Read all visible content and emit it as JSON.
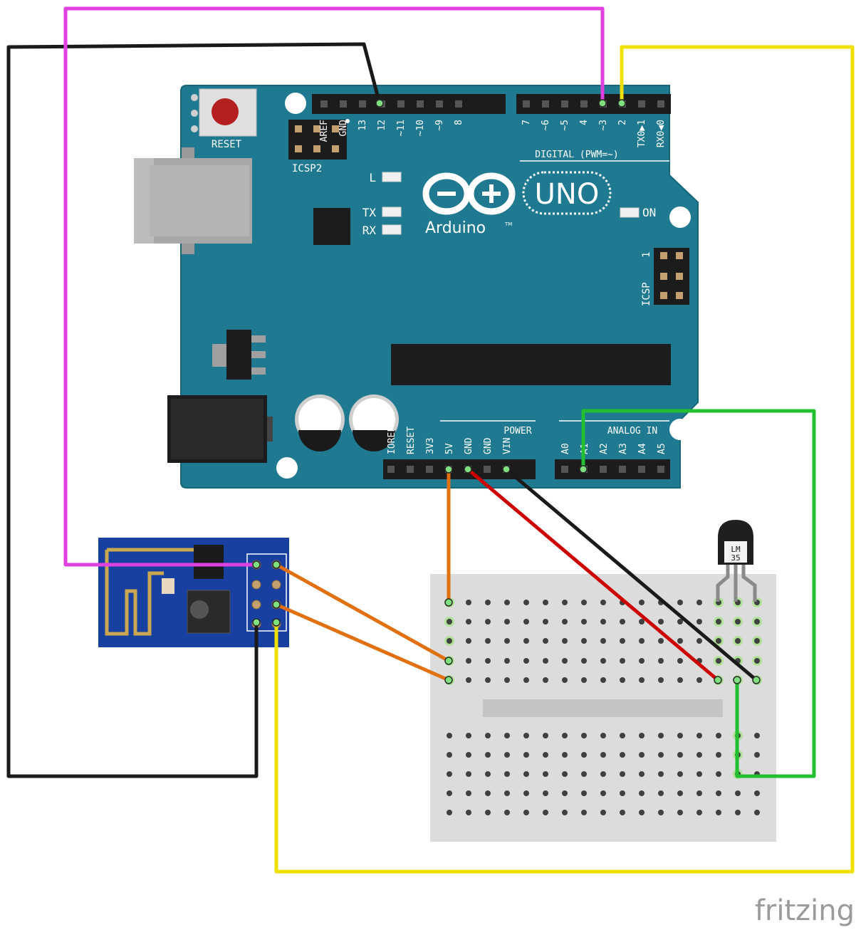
{
  "arduino": {
    "reset_label": "RESET",
    "icsp2_label": "ICSP2",
    "icsp_label": "ICSP",
    "icsp_pin1": "1",
    "led_l": "L",
    "led_tx": "TX",
    "led_rx": "RX",
    "led_on": "ON",
    "logo_text": "Arduino",
    "logo_tm": "TM",
    "model": "UNO",
    "digital_label": "DIGITAL (PWM=~)",
    "power_label": "POWER",
    "analog_label": "ANALOG IN",
    "top_left_pins": [
      "AREF",
      "GND",
      "13",
      "12",
      "~11",
      "~10",
      "~9",
      "8"
    ],
    "top_right_pins": [
      "7",
      "~6",
      "~5",
      "4",
      "~3",
      "2",
      "TX0▶1",
      "RX0◀0"
    ],
    "power_pins": [
      "IOREF",
      "RESET",
      "3V3",
      "5V",
      "GND",
      "GND",
      "VIN"
    ],
    "analog_pins": [
      "A0",
      "A1",
      "A2",
      "A3",
      "A4",
      "A5"
    ]
  },
  "sensor": {
    "label_line1": "LM",
    "label_line2": "35"
  },
  "watermark": "fritzing",
  "wire_colors": {
    "gnd": "#1a1a1a",
    "esp_tx": "#e040e0",
    "esp_rx": "#f0e000",
    "vcc_3v3": "#e07010",
    "vcc_5v": "#cc0000",
    "signal_a0": "#22c030",
    "board": "#1f7a91",
    "esp_board": "#1740a0"
  }
}
